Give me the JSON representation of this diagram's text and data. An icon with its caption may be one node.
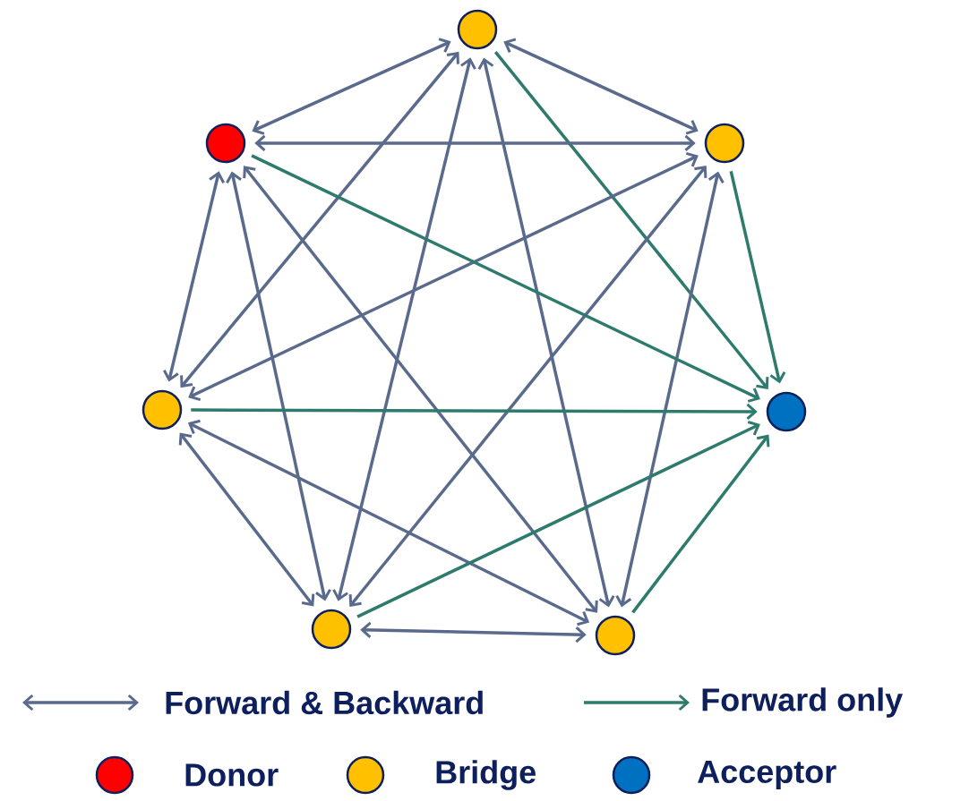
{
  "diagram": {
    "nodes": [
      {
        "text": [],
        "shape": "circle"
      },
      {
        "text": [],
        "shape": "circle"
      },
      {
        "text": [],
        "shape": "circle"
      },
      {
        "text": [],
        "shape": "circle"
      },
      {
        "text": [],
        "shape": "circle"
      },
      {
        "text": [],
        "shape": "circle"
      },
      {
        "text": [],
        "shape": "circle"
      }
    ],
    "edges": [
      {
        "from": 0,
        "to": 1,
        "arrow": "both"
      },
      {
        "from": 0,
        "to": 6,
        "arrow": "both"
      },
      {
        "from": 0,
        "to": 5,
        "arrow": "both"
      },
      {
        "from": 0,
        "to": 4,
        "arrow": "both"
      },
      {
        "from": 0,
        "to": 3,
        "arrow": "both"
      },
      {
        "from": 0,
        "to": 2,
        "arrow": "to",
        "color": "#2e7b6e"
      },
      {
        "from": 1,
        "to": 6,
        "arrow": "both"
      },
      {
        "from": 1,
        "to": 5,
        "arrow": "both"
      },
      {
        "from": 1,
        "to": 4,
        "arrow": "both"
      },
      {
        "from": 1,
        "to": 3,
        "arrow": "both"
      },
      {
        "from": 1,
        "to": 2,
        "arrow": "to",
        "color": "#2e7b6e"
      },
      {
        "from": 6,
        "to": 5,
        "arrow": "both"
      },
      {
        "from": 6,
        "to": 4,
        "arrow": "both"
      },
      {
        "from": 6,
        "to": 3,
        "arrow": "both"
      },
      {
        "from": 6,
        "to": 2,
        "arrow": "to",
        "color": "#2e7b6e"
      },
      {
        "from": 5,
        "to": 4,
        "arrow": "both"
      },
      {
        "from": 5,
        "to": 3,
        "arrow": "both"
      },
      {
        "from": 5,
        "to": 2,
        "arrow": "to",
        "color": "#2e7b6e"
      },
      {
        "from": 4,
        "to": 3,
        "arrow": "both"
      },
      {
        "from": 4,
        "to": 2,
        "arrow": "to",
        "color": "#2e7b6e"
      },
      {
        "from": 3,
        "to": 2,
        "arrow": "to",
        "color": "#2e7b6e"
      }
    ],
    "legend": [
      {
        "text": "Forward & Backward"
      },
      {
        "text": "Forward only"
      },
      {
        "text": "Donor",
        "color": "#ff0000"
      },
      {
        "text": "Bridge",
        "color": "#ffc000"
      },
      {
        "text": "Acceptor",
        "color": "#0070c0"
      }
    ]
  }
}
